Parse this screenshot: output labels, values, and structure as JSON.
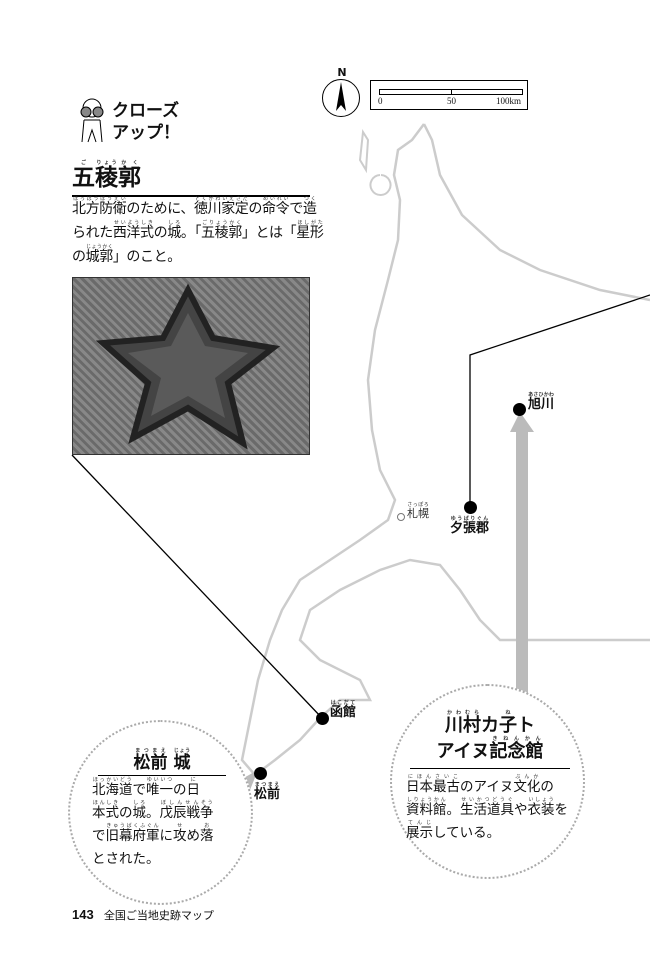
{
  "map": {
    "north_label": "N",
    "scale": {
      "ticks": [
        "0",
        "50",
        "100km"
      ]
    },
    "places": [
      {
        "name": "旭川",
        "ruby": "あさひかわ"
      },
      {
        "name": "札幌",
        "ruby": "さっぽろ"
      },
      {
        "name": "夕張郡",
        "ruby": "ゆうばりぐん"
      },
      {
        "name": "函館",
        "ruby": "はこだて"
      },
      {
        "name": "松前",
        "ruby": "まつまえ"
      }
    ]
  },
  "closeup": {
    "badge": [
      "クローズ",
      "アップ！"
    ],
    "title": [
      [
        "五",
        "ご"
      ],
      [
        "稜",
        "りょう"
      ],
      [
        "郭",
        "かく"
      ]
    ],
    "body": [
      [
        "北方防衛",
        "ほっぽうぼうえい"
      ],
      [
        "のために、",
        ""
      ],
      [
        "徳川家定",
        "とくがわいえさだ"
      ],
      [
        "の",
        ""
      ],
      [
        "命令",
        "めいれい"
      ],
      [
        "で",
        ""
      ],
      [
        "造",
        "つく"
      ],
      [
        "られた",
        ""
      ],
      [
        "西洋式",
        "せいようしき"
      ],
      [
        "の",
        ""
      ],
      [
        "城",
        "しろ"
      ],
      [
        "。「",
        ""
      ],
      [
        "五稜郭",
        "ごりょうかく"
      ],
      [
        "」とは「",
        ""
      ],
      [
        "星形",
        "ほしがた"
      ],
      [
        "の",
        ""
      ],
      [
        "城郭",
        "じょうかく"
      ],
      [
        "」のこと。",
        ""
      ]
    ]
  },
  "matsumae_castle": {
    "title": [
      [
        "松前",
        "まつまえ"
      ],
      [
        " ",
        ""
      ],
      [
        "城",
        "じょう"
      ]
    ],
    "body": [
      [
        "北海道",
        "ほっかいどう"
      ],
      [
        "で",
        ""
      ],
      [
        "唯一",
        "ゆいいつ"
      ],
      [
        "の",
        ""
      ],
      [
        "日",
        "に"
      ],
      [
        "本式",
        "ほんしき"
      ],
      [
        "の",
        ""
      ],
      [
        "城",
        "しろ"
      ],
      [
        "。",
        ""
      ],
      [
        "戊辰戦",
        "ぼしんせん"
      ],
      [
        "争",
        "そう"
      ],
      [
        "で",
        ""
      ],
      [
        "旧幕府軍",
        "きゅうばくふぐん"
      ],
      [
        "に",
        ""
      ],
      [
        "攻",
        "せ"
      ],
      [
        "め",
        ""
      ],
      [
        "落",
        "お"
      ],
      [
        "とされた。",
        ""
      ]
    ]
  },
  "kawamura": {
    "title": [
      [
        "川村",
        "かわむら"
      ],
      [
        "カ",
        ""
      ],
      [
        "子",
        "ね"
      ],
      [
        "ト",
        ""
      ],
      [
        "\n",
        ""
      ],
      [
        "アイヌ",
        ""
      ],
      [
        "記念館",
        "きねんかん"
      ]
    ],
    "body": [
      [
        "日本最古",
        "にほんさいこ"
      ],
      [
        "のアイヌ",
        ""
      ],
      [
        "文化",
        "ぶんか"
      ],
      [
        "の",
        ""
      ],
      [
        "資料館",
        "しりょうかん"
      ],
      [
        "。",
        ""
      ],
      [
        "生活道具",
        "せいかつどうぐ"
      ],
      [
        "や",
        ""
      ],
      [
        "衣装",
        "いしょう"
      ],
      [
        "を",
        ""
      ],
      [
        "展示",
        "てんじ"
      ],
      [
        "している。",
        ""
      ]
    ]
  },
  "footer": {
    "page_number": "143",
    "section": "全国ご当地史跡マップ"
  }
}
